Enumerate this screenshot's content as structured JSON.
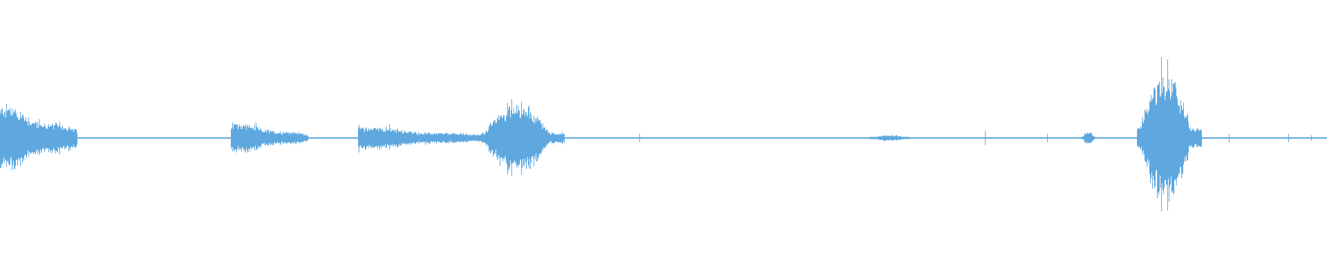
{
  "waveform": {
    "color": "#5fa8df",
    "segments": [
      {
        "start": 0.0,
        "end": 0.058,
        "peak": 0.26,
        "shape": "decay"
      },
      {
        "start": 0.174,
        "end": 0.232,
        "peak": 0.12,
        "shape": "decay"
      },
      {
        "start": 0.27,
        "end": 0.365,
        "peak": 0.09,
        "shape": "decay"
      },
      {
        "start": 0.362,
        "end": 0.425,
        "peak": 0.25,
        "shape": "burst"
      },
      {
        "start": 0.655,
        "end": 0.685,
        "peak": 0.02,
        "shape": "swell"
      },
      {
        "start": 0.815,
        "end": 0.825,
        "peak": 0.05,
        "shape": "blip"
      },
      {
        "start": 0.857,
        "end": 0.905,
        "peak": 0.46,
        "shape": "burst"
      }
    ],
    "spikes": [
      {
        "pos": 0.482,
        "peak": 0.03
      },
      {
        "pos": 0.742,
        "peak": 0.05
      },
      {
        "pos": 0.789,
        "peak": 0.03
      },
      {
        "pos": 0.926,
        "peak": 0.03
      },
      {
        "pos": 0.971,
        "peak": 0.03
      },
      {
        "pos": 0.988,
        "peak": 0.02
      }
    ],
    "noise_floor": 0.006
  }
}
